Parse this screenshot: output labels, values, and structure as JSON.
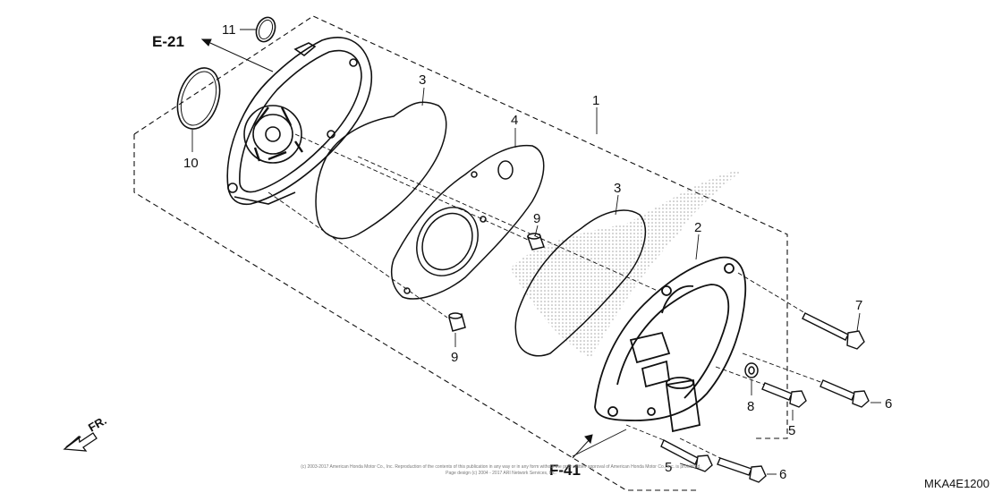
{
  "diagram": {
    "callouts": {
      "c1": "1",
      "c2": "2",
      "c3a": "3",
      "c3b": "3",
      "c4": "4",
      "c5a": "5",
      "c5b": "5",
      "c6a": "6",
      "c6b": "6",
      "c7": "7",
      "c8": "8",
      "c9a": "9",
      "c9b": "9",
      "c10": "10",
      "c11": "11"
    },
    "refs": {
      "top_left": "E-21",
      "bottom": "F-41"
    },
    "front_indicator": "FR.",
    "diagram_code": "MKA4E1200",
    "copyright": [
      "(c) 2003-2017 American Honda Motor Co., Inc. Reproduction of the contents of this publication in any way or in any form without the prior written approval of American Honda Motor Co., Inc. is prohibited.",
      "Page design (c) 2004 - 2017 ARI Network Services, Inc."
    ],
    "colors": {
      "ink": "#111111",
      "stipple": "#9a9a9a",
      "background": "#ffffff"
    }
  }
}
